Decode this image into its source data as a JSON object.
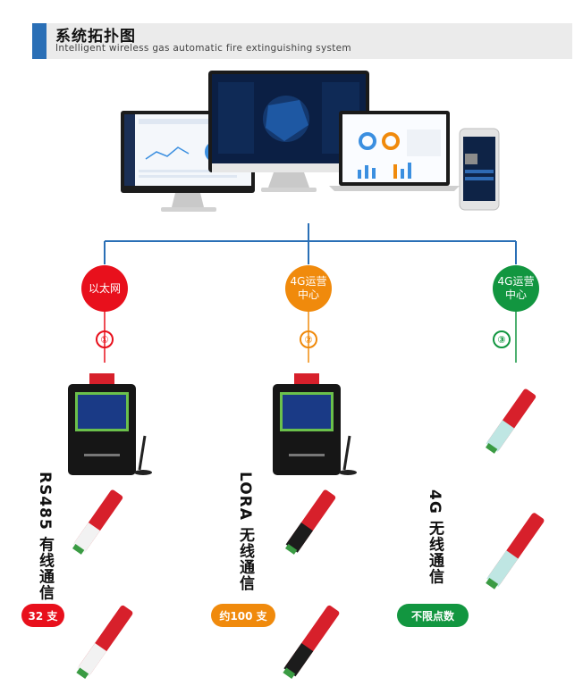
{
  "header": {
    "title": "系统拓扑图",
    "subtitle": "Intelligent wireless gas automatic fire extinguishing system"
  },
  "hubs": [
    {
      "label": "以太网",
      "color": "#e8101c",
      "number": "①"
    },
    {
      "label": "4G运营\n中心",
      "color": "#f08a0c",
      "number": "②"
    },
    {
      "label": "4G运营\n中心",
      "color": "#129640",
      "number": "③"
    }
  ],
  "channels": [
    {
      "label": "RS485 有线通信",
      "pill": "32 支",
      "pill_color": "#e8101c"
    },
    {
      "label": "LORA 无线通信",
      "pill": "约100 支",
      "pill_color": "#f08a0c"
    },
    {
      "label": "4G 无线通信",
      "pill": "不限点数",
      "pill_color": "#129640"
    }
  ],
  "colors": {
    "banner_accent": "#2a6fb6",
    "trunk_line": "#2a6fb6",
    "extinguisher_red": "#d7202b"
  },
  "icons": [
    "desktop-monitor-icon",
    "laptop-icon",
    "smartphone-icon",
    "control-panel-icon",
    "extinguisher-icon"
  ]
}
